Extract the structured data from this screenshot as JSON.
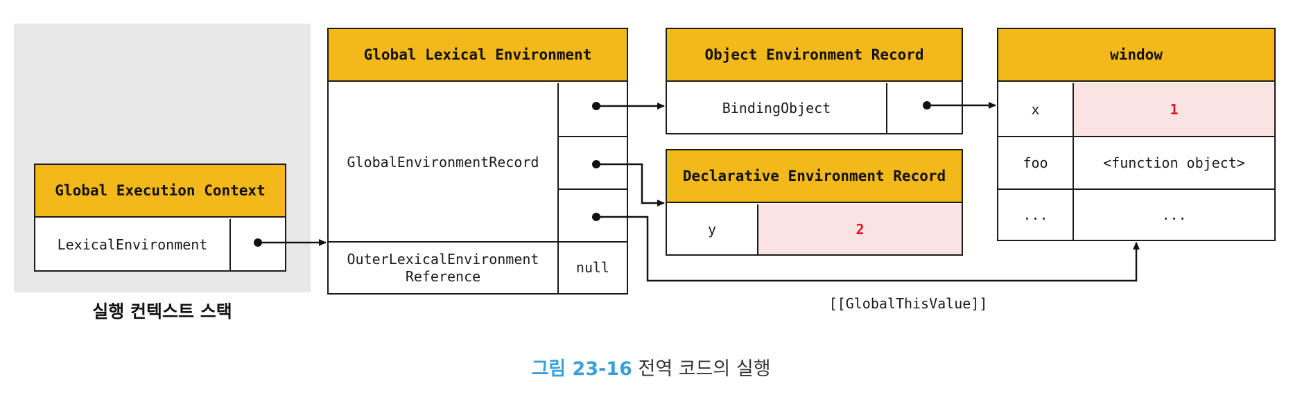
{
  "stack": {
    "caption": "실행 컨텍스트 스택"
  },
  "global_execution_context": {
    "title": "Global Execution Context",
    "lexical_environment_label": "LexicalEnvironment"
  },
  "global_lexical_environment": {
    "title": "Global Lexical Environment",
    "environment_record_label": "GlobalEnvironmentRecord",
    "outer_reference_label_line1": "OuterLexicalEnvironment",
    "outer_reference_label_line2": "Reference",
    "outer_reference_value": "null"
  },
  "object_environment_record": {
    "title": "Object Environment Record",
    "binding_label": "BindingObject"
  },
  "declarative_environment_record": {
    "title": "Declarative Environment Record",
    "rows": [
      {
        "key": "y",
        "value": "2"
      }
    ]
  },
  "window": {
    "title": "window",
    "rows": [
      {
        "key": "x",
        "value": "1"
      },
      {
        "key": "foo",
        "value": "<function object>"
      },
      {
        "key": "...",
        "value": "..."
      }
    ]
  },
  "global_this_label": "[[GlobalThisValue]]",
  "figure": {
    "number": "그림 23-16",
    "title": "전역 코드의 실행"
  },
  "colors": {
    "header": "#f3b81a",
    "highlight": "#fbe3e3",
    "value_red": "#e0141b",
    "figure_number": "#3aa0d8"
  }
}
